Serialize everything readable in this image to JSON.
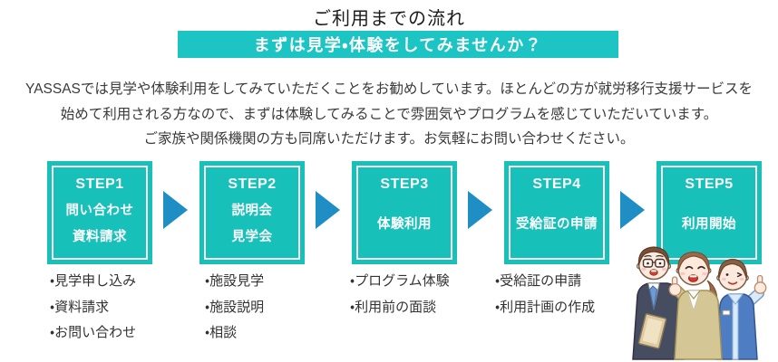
{
  "header": {
    "title": "ご利用までの流れ",
    "banner": "まずは見学・体験をしてみませんか？"
  },
  "intro": {
    "lines": [
      "YASSASでは見学や体験利用をしてみていただくことをお勧めしています。ほとんどの方が就労移行支援サービスを",
      "始めて利用される方なので、まずは体験してみることで雰囲気やプログラムを感じていただいています。",
      "ご家族や関係機関の方も同席いただけます。お気軽にお問い合わせください。"
    ]
  },
  "steps": [
    {
      "label": "STEP1",
      "lines": [
        "問い合わせ",
        "資料請求"
      ],
      "details": [
        "・見学申し込み",
        "・資料請求",
        "・お問い合わせ"
      ]
    },
    {
      "label": "STEP2",
      "lines": [
        "説明会",
        "見学会"
      ],
      "details": [
        "・施設見学",
        "・施設説明",
        "・相談"
      ]
    },
    {
      "label": "STEP3",
      "lines": [
        "体験利用"
      ],
      "details": [
        "・プログラム体験",
        "・利用前の面談"
      ]
    },
    {
      "label": "STEP4",
      "lines": [
        "受給証の申請"
      ],
      "details": [
        "・受給証の申請",
        "・利用計画の作成"
      ]
    },
    {
      "label": "STEP5",
      "lines": [
        "利用開始"
      ],
      "details": []
    }
  ],
  "icons": {
    "flow_arrow": "css-triangle-right"
  },
  "illustration": {
    "name": "three-smiling-staff-thumbs-up"
  },
  "colors": {
    "banner_teal": "#1cc5c3",
    "box_teal": "#18c0ba",
    "arrow_blue": "#1e8ec4",
    "text_dark": "#3a3a3a"
  }
}
